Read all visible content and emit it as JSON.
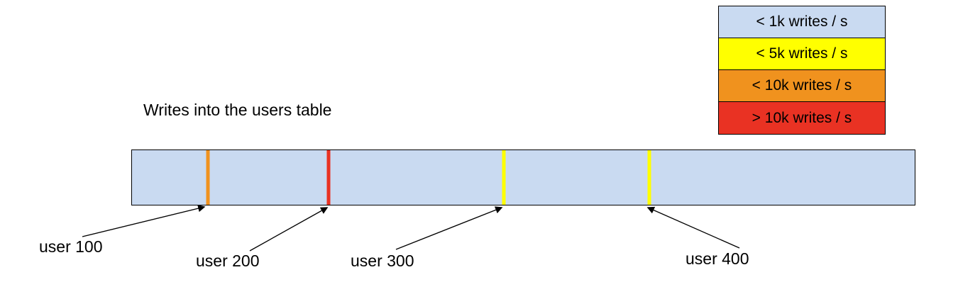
{
  "title": "Writes into the users table",
  "legend": {
    "items": [
      {
        "label": "< 1k writes / s",
        "color": "#c9daf1"
      },
      {
        "label": "< 5k writes / s",
        "color": "#ffff00"
      },
      {
        "label": "< 10k writes / s",
        "color": "#f0921e"
      },
      {
        "label": "> 10k writes / s",
        "color": "#e93223"
      }
    ]
  },
  "bar": {
    "description": "users table keyspace",
    "fill_color": "#c9daf1",
    "markers": [
      {
        "label": "user 100",
        "rate": "< 10k writes / s",
        "color": "#f0921e",
        "position_pct": 9.7
      },
      {
        "label": "user 200",
        "rate": "> 10k writes / s",
        "color": "#e93223",
        "position_pct": 25.1
      },
      {
        "label": "user 300",
        "rate": "< 5k writes / s",
        "color": "#ffff00",
        "position_pct": 47.5
      },
      {
        "label": "user 400",
        "rate": "< 5k writes / s",
        "color": "#ffff00",
        "position_pct": 66.1
      }
    ]
  }
}
